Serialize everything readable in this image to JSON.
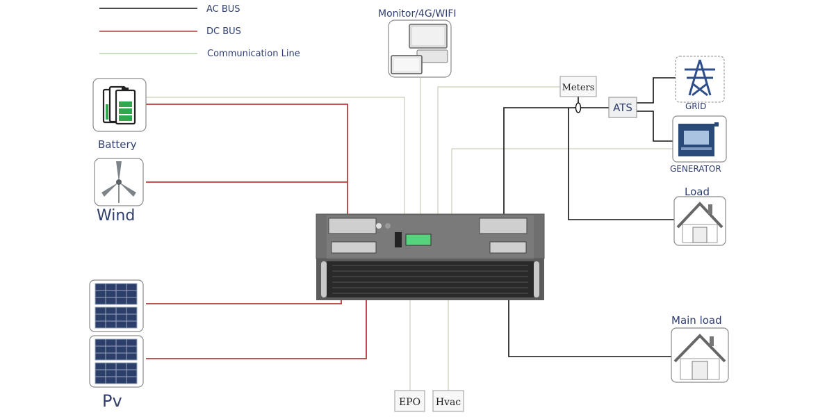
{
  "legend": {
    "ac_bus": "AC BUS",
    "dc_bus": "DC BUS",
    "communication_line": "Communication Line"
  },
  "labels": {
    "monitor": "Monitor/4G/WIFI",
    "battery": "Battery",
    "wind": "Wind",
    "pv": "Pv",
    "meters": "Meters",
    "ats": "ATS",
    "grid": "GRID",
    "generator": "GENERATOR",
    "load": "Load",
    "main_load": "Main load",
    "epo": "EPO",
    "hvac": "Hvac"
  },
  "colors": {
    "ac_bus": "#111111",
    "dc_bus": "#b73a3a",
    "communication_line": "#c9cdb8",
    "label_text": "#2f3e6e"
  }
}
